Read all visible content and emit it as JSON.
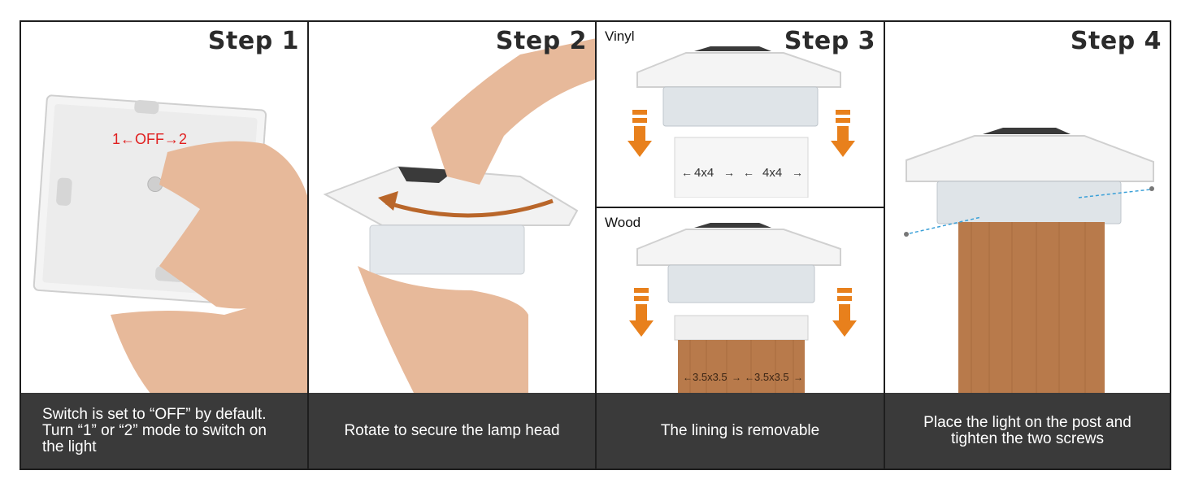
{
  "steps": [
    {
      "title": "Step 1",
      "switch_label": "1←OFF→2",
      "caption": "Switch is set to “OFF” by default. Turn “1” or “2” mode to switch on the light"
    },
    {
      "title": "Step 2",
      "caption": "Rotate to secure the lamp head"
    },
    {
      "title": "Step 3",
      "vinyl_label": "Vinyl",
      "wood_label": "Wood",
      "vinyl_dim_left": "4x4",
      "vinyl_dim_right": "4x4",
      "wood_dim_left": "3.5x3.5",
      "wood_dim_right": "3.5x3.5",
      "caption": "The lining is removable"
    },
    {
      "title": "Step 4",
      "caption": "Place the light on the post and tighten the two screws"
    }
  ],
  "colors": {
    "caption_bg": "#3a3a3a",
    "arrow_orange": "#e8801c",
    "switch_red": "#e02020",
    "wood": "#b87a4b"
  }
}
